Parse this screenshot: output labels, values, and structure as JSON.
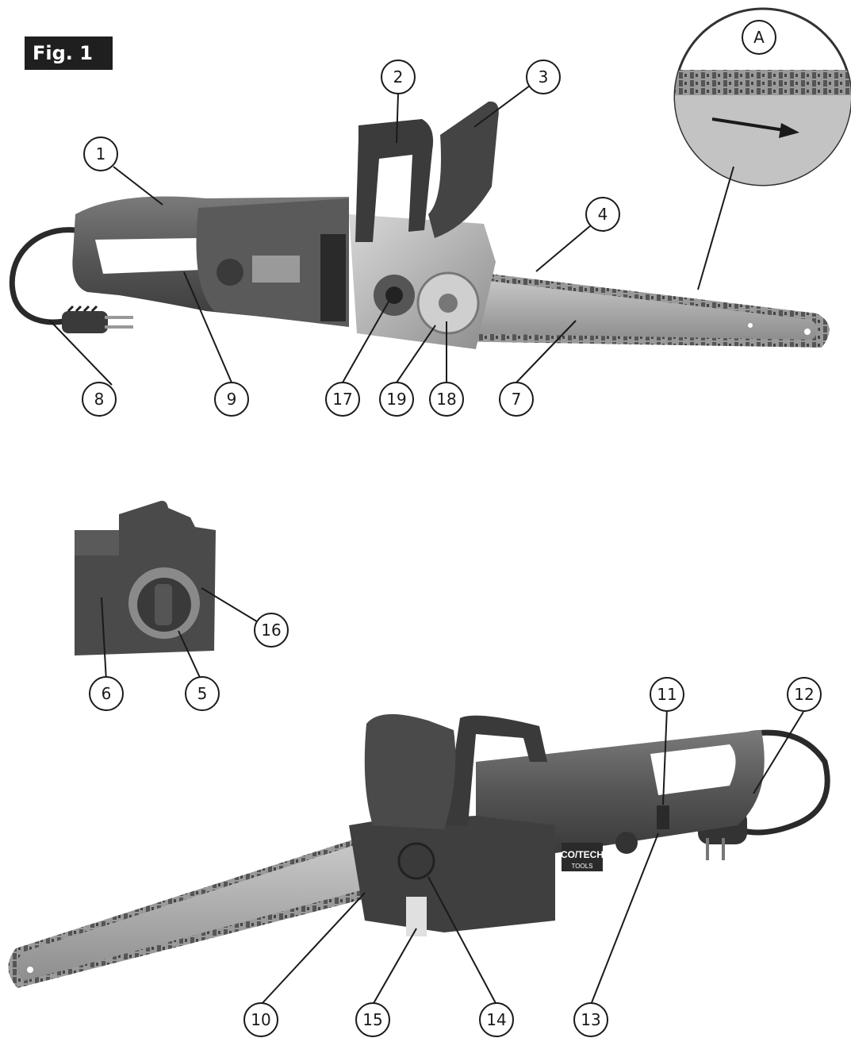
{
  "figure": {
    "label": "Fig. 1"
  },
  "detail": {
    "label": "A"
  },
  "callouts": {
    "c1": "1",
    "c2": "2",
    "c3": "3",
    "c4": "4",
    "c5": "5",
    "c6": "6",
    "c7": "7",
    "c8": "8",
    "c9": "9",
    "c10": "10",
    "c11": "11",
    "c12": "12",
    "c13": "13",
    "c14": "14",
    "c15": "15",
    "c16": "16",
    "c17": "17",
    "c18": "18",
    "c19": "19"
  },
  "brand": {
    "logo_text": "CO/TECH",
    "logo_sub": "TOOLS"
  },
  "colors": {
    "body_dark": "#4a4a4a",
    "body_mid": "#6e6e6e",
    "metal": "#b8b8b8",
    "chain": "#8a8a8a"
  }
}
